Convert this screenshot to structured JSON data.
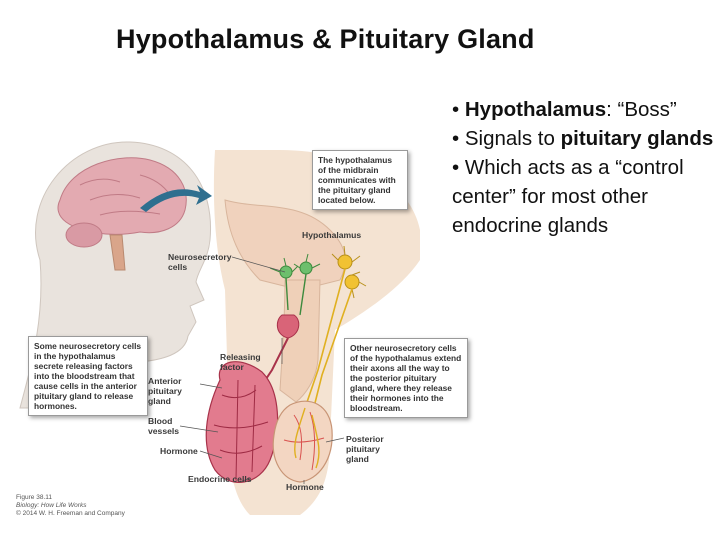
{
  "slide": {
    "title": "Hypothalamus & Pituitary Gland",
    "bullets": [
      {
        "prefix": "• ",
        "bold": "Hypothalamus",
        "rest": ": “Boss”"
      },
      {
        "prefix": "• ",
        "plain": "Signals to ",
        "bold": "pituitary glands"
      },
      {
        "prefix": "• ",
        "plain": "Which acts as a “control center” for most other endocrine glands"
      }
    ]
  },
  "figure": {
    "callout_top": "The hypothalamus of the midbrain communicates with the pituitary gland located below.",
    "callout_left": "Some neurosecretory cells in the hypothalamus secrete releasing factors into the bloodstream that cause cells in the anterior pituitary gland to release hormones.",
    "callout_right": "Other neurosecretory cells of the hypothalamus extend their axons all the way to the posterior pituitary gland, where they release their hormones into the bloodstream.",
    "labels": {
      "hypothalamus": "Hypothalamus",
      "neurosecretory_cells": "Neurosecretory cells",
      "releasing_factor": "Releasing factor",
      "anterior_pituitary": "Anterior pituitary gland",
      "blood_vessels": "Blood vessels",
      "hormone_left": "Hormone",
      "endocrine_cells": "Endocrine cells",
      "hormone_bottom": "Hormone",
      "posterior_pituitary": "Posterior pituitary gland"
    },
    "credit": [
      "Figure 38.11",
      "Biology: How Life Works",
      "© 2014 W. H. Freeman and Company"
    ]
  }
}
